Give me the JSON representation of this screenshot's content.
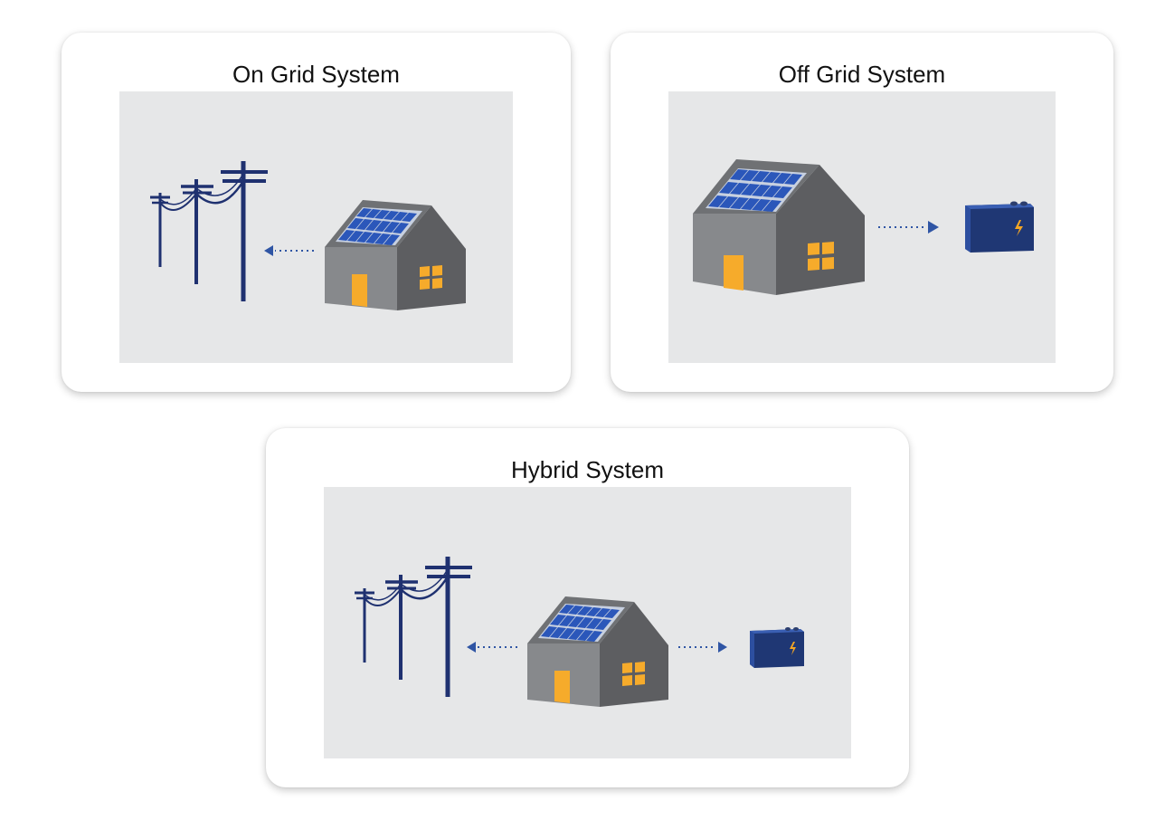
{
  "cards": {
    "on_grid": {
      "title": "On Grid System"
    },
    "off_grid": {
      "title": "Off Grid System"
    },
    "hybrid": {
      "title": "Hybrid System"
    }
  },
  "colors": {
    "page_background": "#ffffff",
    "panel_background": "#e6e7e8",
    "pole_navy": "#1f3170",
    "house_wall_light": "#8a8c8f",
    "house_wall_dark": "#5f6062",
    "roof_gray": "#6e7073",
    "solar_panel_blue": "#2a56b8",
    "window_door_orange": "#f5aa2a",
    "battery_navy": "#1f3774",
    "arrow_blue": "#2f55a4"
  },
  "icons": {
    "utility_poles": "utility-poles-icon",
    "solar_house": "solar-house-icon",
    "battery": "battery-icon",
    "arrow": "dotted-arrow-icon"
  }
}
